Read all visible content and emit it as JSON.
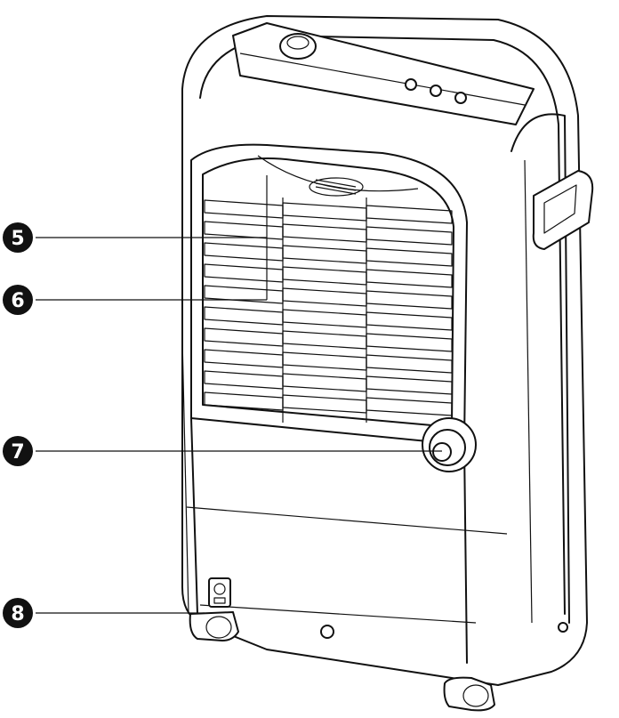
{
  "callouts": [
    {
      "id": "5",
      "label": "5"
    },
    {
      "id": "6",
      "label": "6"
    },
    {
      "id": "7",
      "label": "7"
    },
    {
      "id": "8",
      "label": "8"
    }
  ],
  "colors": {
    "line": "#111111",
    "background": "#ffffff",
    "badge": "#111111"
  }
}
